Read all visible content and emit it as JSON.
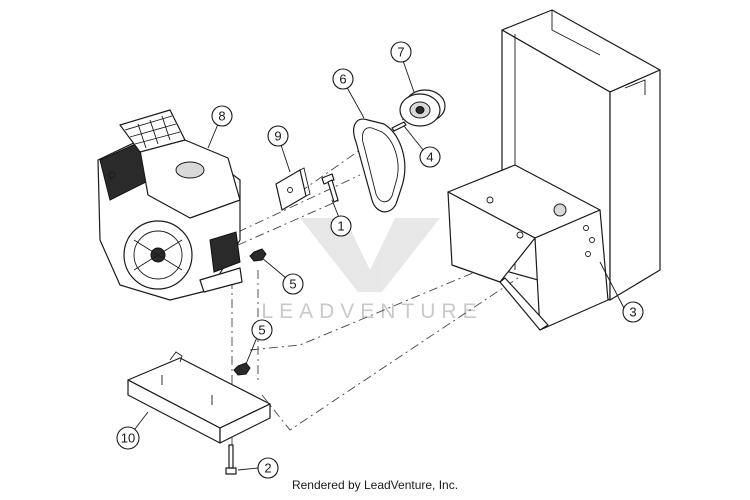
{
  "watermark": {
    "text": "LEADVENTURE"
  },
  "footer": {
    "text": "Rendered by LeadVenture, Inc."
  },
  "callouts": {
    "c1": "1",
    "c2": "2",
    "c3": "3",
    "c4": "4",
    "c5a": "5",
    "c5b": "5",
    "c6": "6",
    "c7": "7",
    "c8": "8",
    "c9": "9",
    "c10": "10"
  }
}
